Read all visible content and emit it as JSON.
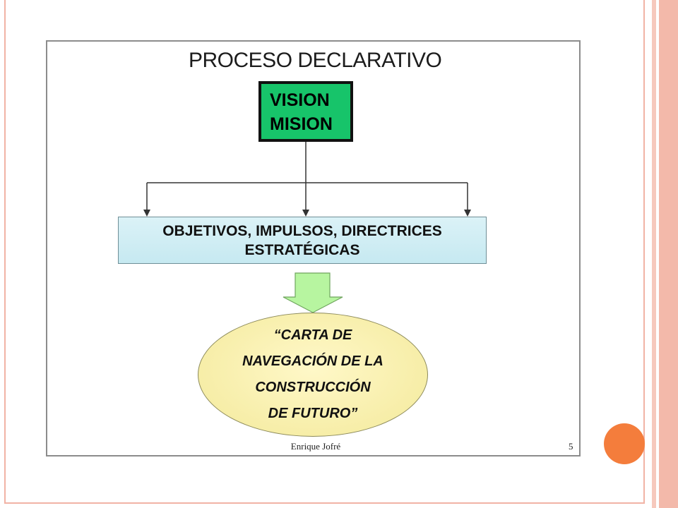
{
  "diagram": {
    "title": "PROCESO DECLARATIVO",
    "vision_box": [
      "VISION",
      "MISION"
    ],
    "objectives_box": [
      "OBJETIVOS, IMPULSOS, DIRECTRICES",
      "ESTRATÉGICAS"
    ],
    "ellipse_lines": [
      "“CARTA DE",
      "NAVEGACIÓN DE LA",
      "CONSTRUCCIÓN",
      "DE FUTURO”"
    ],
    "author": "Enrique Jofré",
    "page_number": "5"
  },
  "colors": {
    "vision_fill": "#17c46a",
    "objectives_fill": "#c6e9f1",
    "ellipse_fill": "#f3e99a",
    "arrow_fill": "#b7f5a0",
    "orange_dot": "#f47d3c",
    "frame_stripe": "#f3b9aa"
  }
}
